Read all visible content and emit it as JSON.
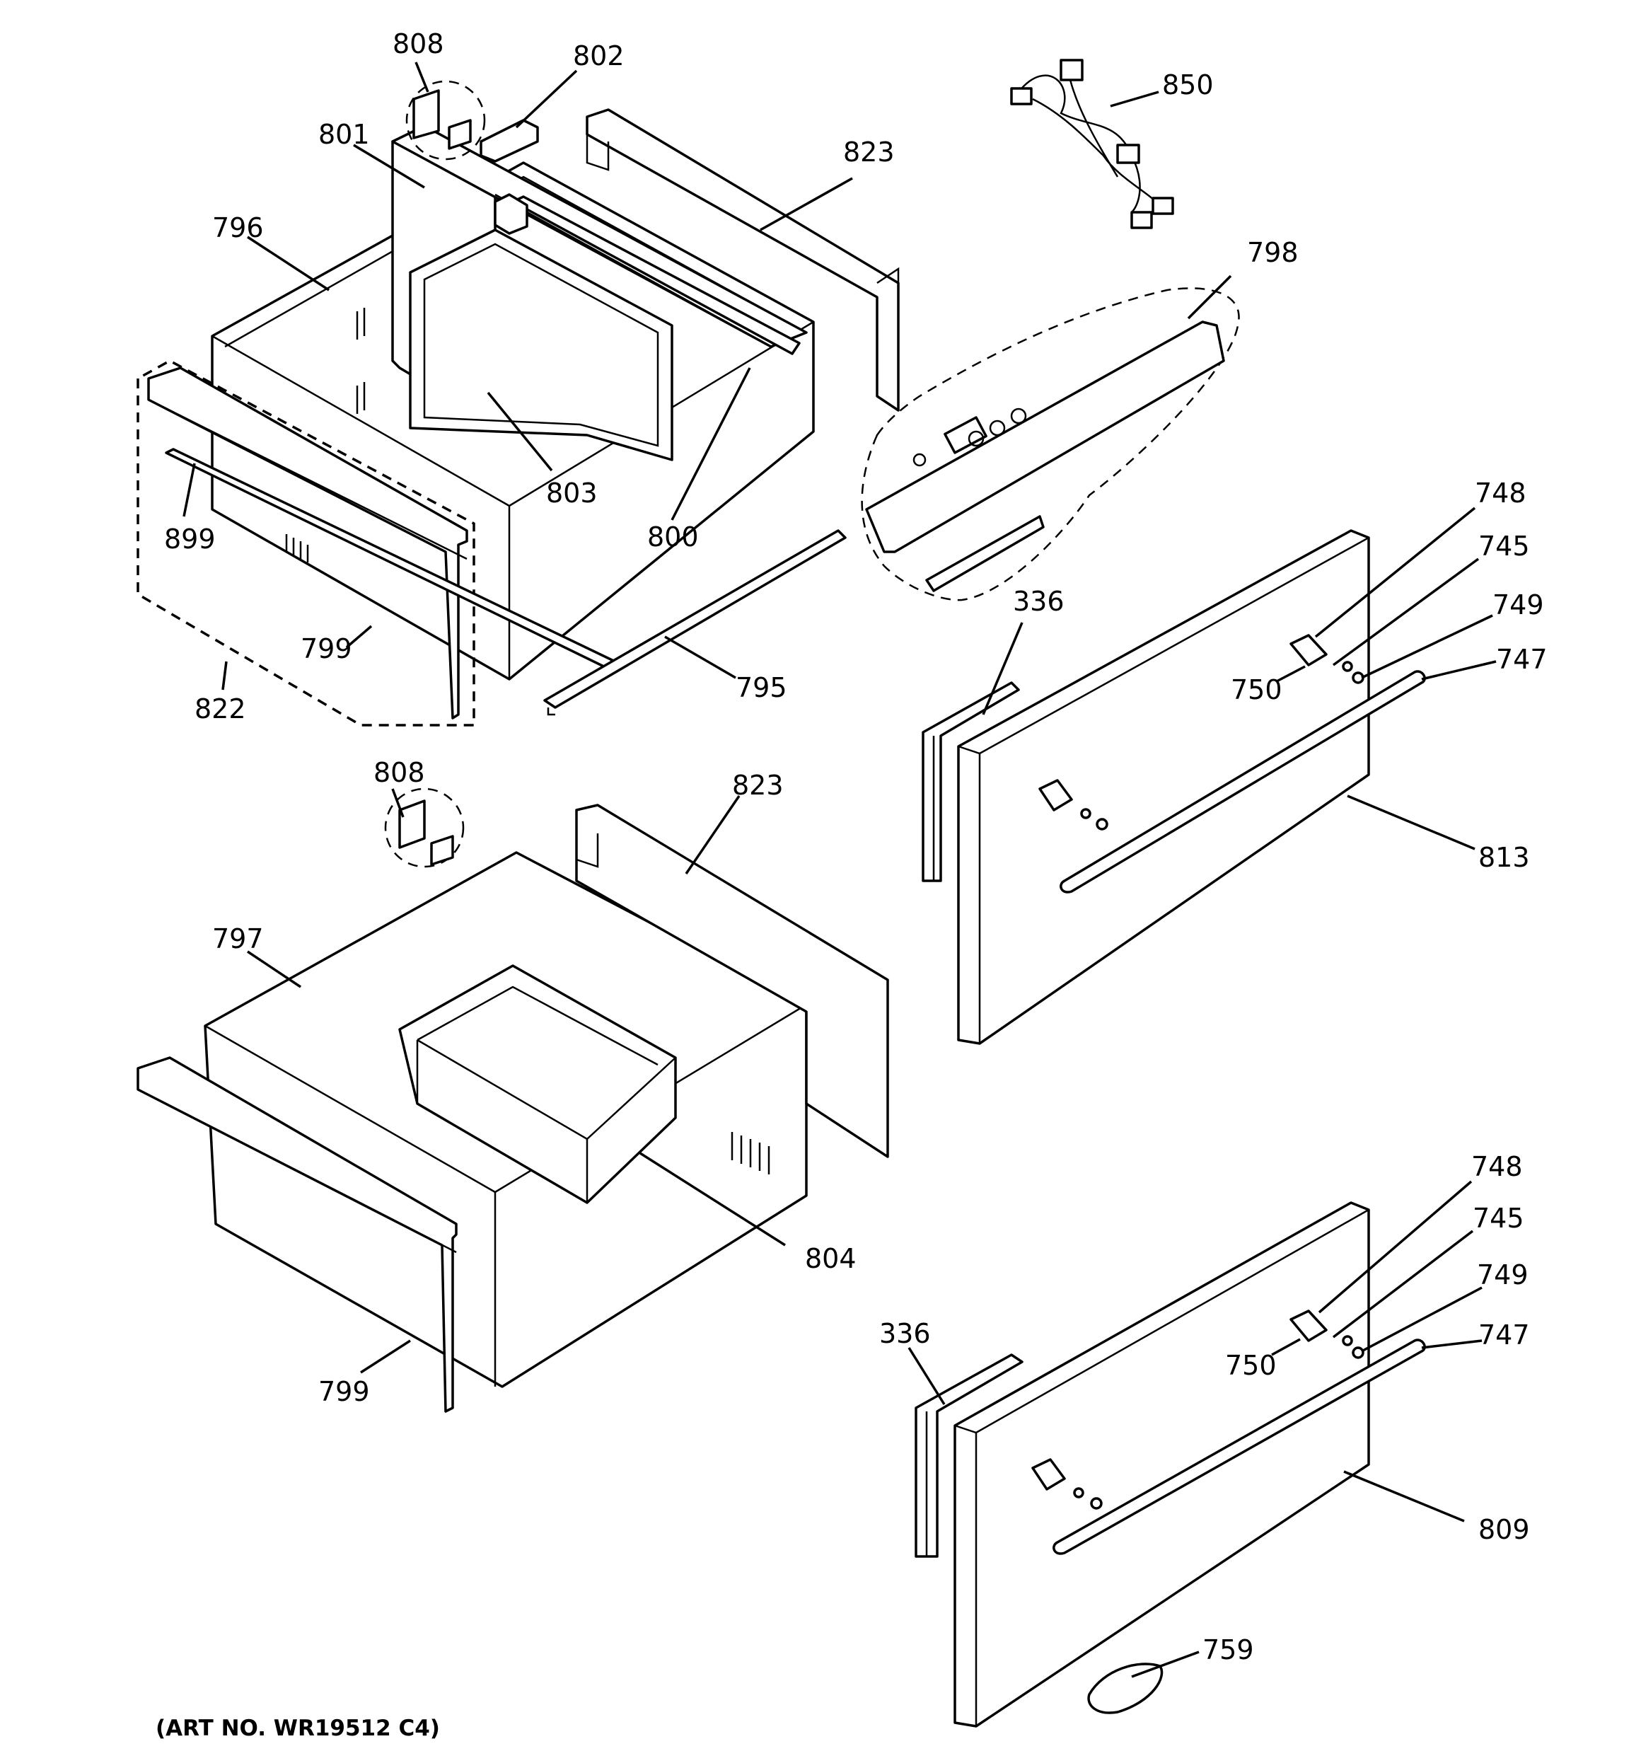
{
  "figure": {
    "art_number": "(ART NO. WR19512 C4)"
  },
  "labels": [
    {
      "id": "808a",
      "text": "808"
    },
    {
      "id": "802",
      "text": "802"
    },
    {
      "id": "850",
      "text": "850"
    },
    {
      "id": "801",
      "text": "801"
    },
    {
      "id": "823a",
      "text": "823"
    },
    {
      "id": "796",
      "text": "796"
    },
    {
      "id": "798",
      "text": "798"
    },
    {
      "id": "803",
      "text": "803"
    },
    {
      "id": "800",
      "text": "800"
    },
    {
      "id": "899",
      "text": "899"
    },
    {
      "id": "748a",
      "text": "748"
    },
    {
      "id": "745a",
      "text": "745"
    },
    {
      "id": "336a",
      "text": "336"
    },
    {
      "id": "749a",
      "text": "749"
    },
    {
      "id": "799a",
      "text": "799"
    },
    {
      "id": "747a",
      "text": "747"
    },
    {
      "id": "750a",
      "text": "750"
    },
    {
      "id": "795",
      "text": "795"
    },
    {
      "id": "822",
      "text": "822"
    },
    {
      "id": "808b",
      "text": "808"
    },
    {
      "id": "823b",
      "text": "823"
    },
    {
      "id": "813",
      "text": "813"
    },
    {
      "id": "797",
      "text": "797"
    },
    {
      "id": "804",
      "text": "804"
    },
    {
      "id": "748b",
      "text": "748"
    },
    {
      "id": "745b",
      "text": "745"
    },
    {
      "id": "749b",
      "text": "749"
    },
    {
      "id": "336b",
      "text": "336"
    },
    {
      "id": "747b",
      "text": "747"
    },
    {
      "id": "750b",
      "text": "750"
    },
    {
      "id": "799b",
      "text": "799"
    },
    {
      "id": "809",
      "text": "809"
    },
    {
      "id": "759",
      "text": "759"
    }
  ]
}
